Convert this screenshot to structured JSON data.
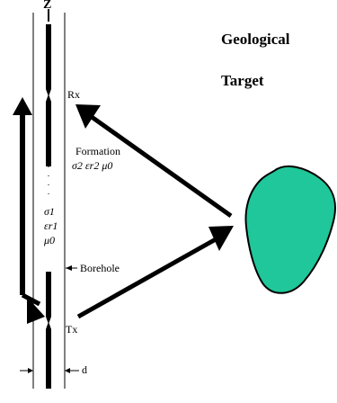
{
  "diagram": {
    "axis_label": "Z",
    "target_title_line1": "Geological",
    "target_title_line2": "Target",
    "receiver_label": "Rx",
    "transmitter_label": "Tx",
    "formation": {
      "line1": "Formation",
      "line2": "σ2 εr2 μ0"
    },
    "borehole_props": [
      "σ1",
      "εr1",
      "μ0"
    ],
    "borehole_label": "Borehole",
    "diameter_label": "d",
    "colors": {
      "target_fill": "#1fc79a",
      "ink": "#000000",
      "background": "#ffffff"
    }
  }
}
